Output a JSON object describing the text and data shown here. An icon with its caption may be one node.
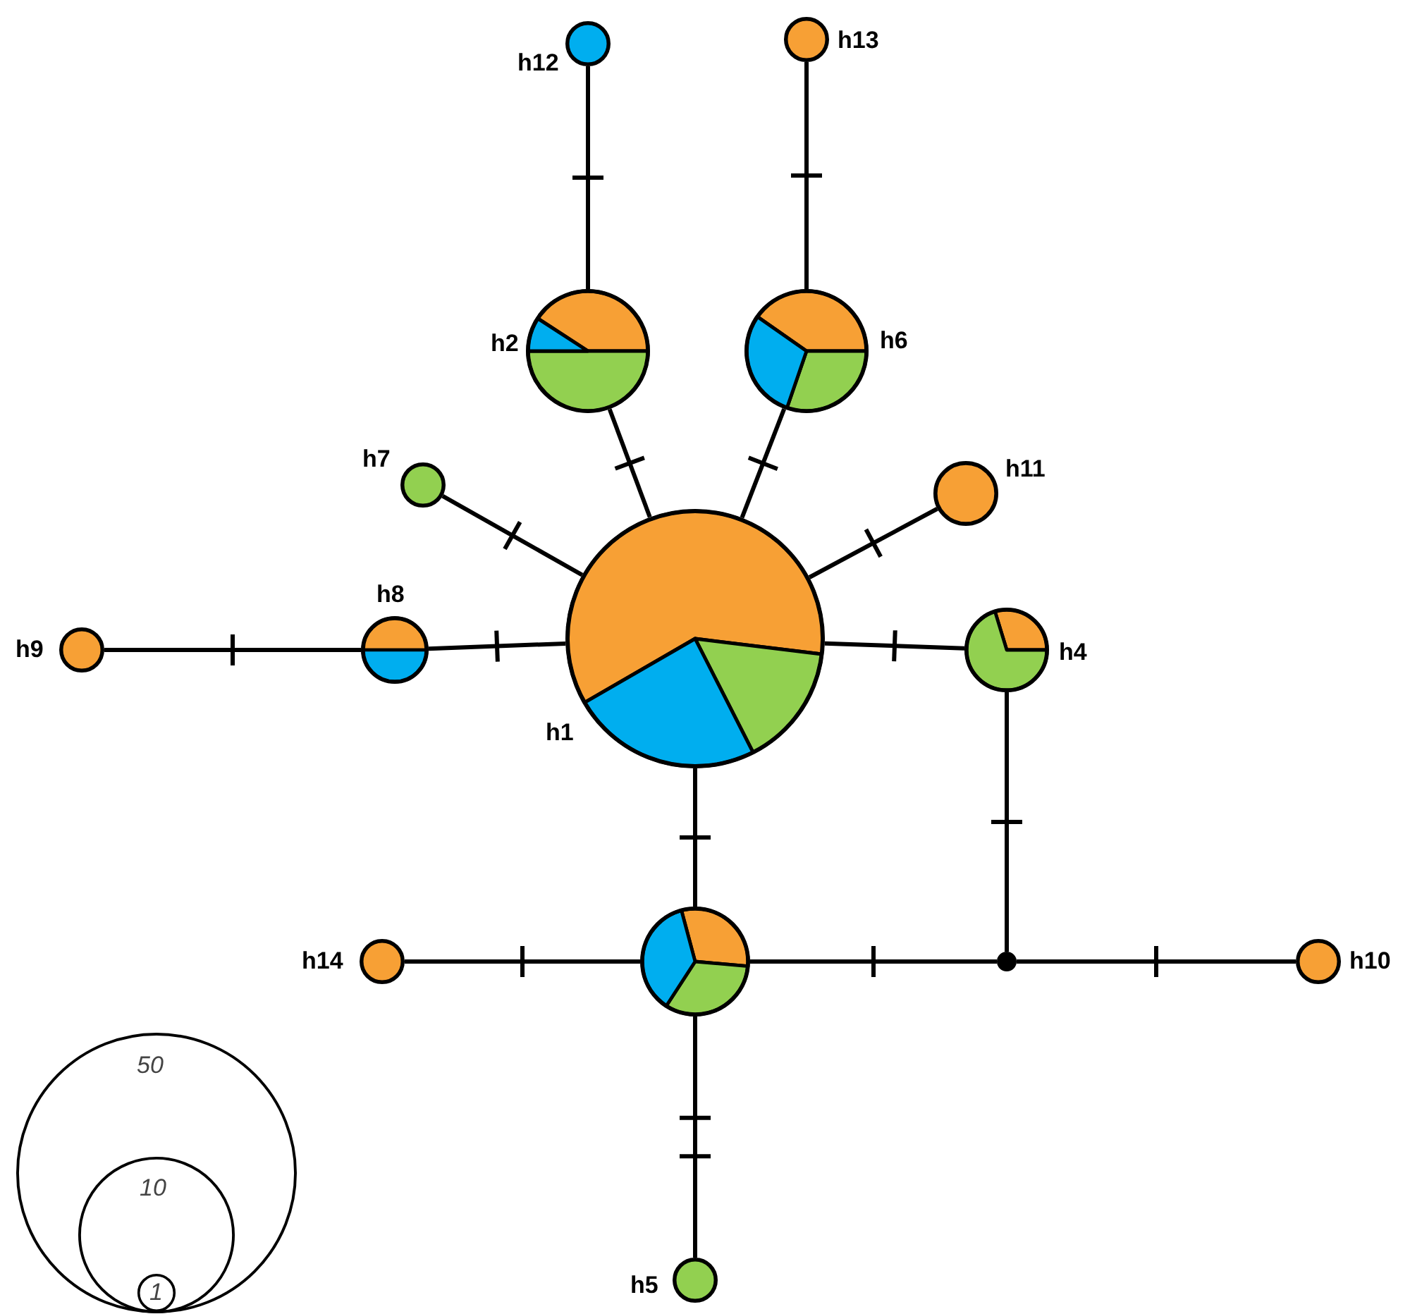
{
  "diagram": {
    "nodes": [
      {
        "text": [
          "h12"
        ]
      },
      {
        "text": [
          "h13"
        ]
      },
      {
        "text": [
          "h2"
        ]
      },
      {
        "text": [
          "h6"
        ]
      },
      {
        "text": [
          "h7"
        ]
      },
      {
        "text": [
          "h11"
        ]
      },
      {
        "text": [
          "h9"
        ]
      },
      {
        "text": [
          "h8"
        ]
      },
      {
        "text": [
          "h1"
        ]
      },
      {
        "text": [
          "h4"
        ]
      },
      {
        "text": [
          "h14"
        ]
      },
      {
        "text": [],
        "shape": "circle"
      },
      {
        "text": [],
        "shape": "circle"
      },
      {
        "text": [
          "h10"
        ]
      },
      {
        "text": [
          "50"
        ]
      },
      {
        "text": [
          "10"
        ],
        "in": 14
      },
      {
        "text": [
          "1"
        ],
        "in": 15
      },
      {
        "text": [
          "h5"
        ]
      }
    ],
    "edges": [
      {
        "from": 0,
        "to": 2,
        "arrow": "none"
      },
      {
        "from": 1,
        "to": 3,
        "arrow": "none"
      },
      {
        "from": 2,
        "to": 8,
        "arrow": "none"
      },
      {
        "from": 3,
        "to": 8,
        "arrow": "none"
      },
      {
        "from": 4,
        "to": 8,
        "arrow": "none"
      },
      {
        "from": 5,
        "to": 8,
        "arrow": "none"
      },
      {
        "from": 6,
        "to": 7,
        "arrow": "none"
      },
      {
        "from": 7,
        "to": 8,
        "arrow": "none"
      },
      {
        "from": 8,
        "to": 9,
        "arrow": "none"
      },
      {
        "from": 8,
        "to": 11,
        "arrow": "none"
      },
      {
        "from": 10,
        "to": 11,
        "arrow": "none"
      },
      {
        "from": 11,
        "to": 12,
        "arrow": "none"
      },
      {
        "from": 9,
        "to": 12,
        "arrow": "none"
      },
      {
        "from": 12,
        "to": 13,
        "arrow": "none"
      },
      {
        "from": 11,
        "to": 17,
        "arrow": "none"
      }
    ]
  }
}
